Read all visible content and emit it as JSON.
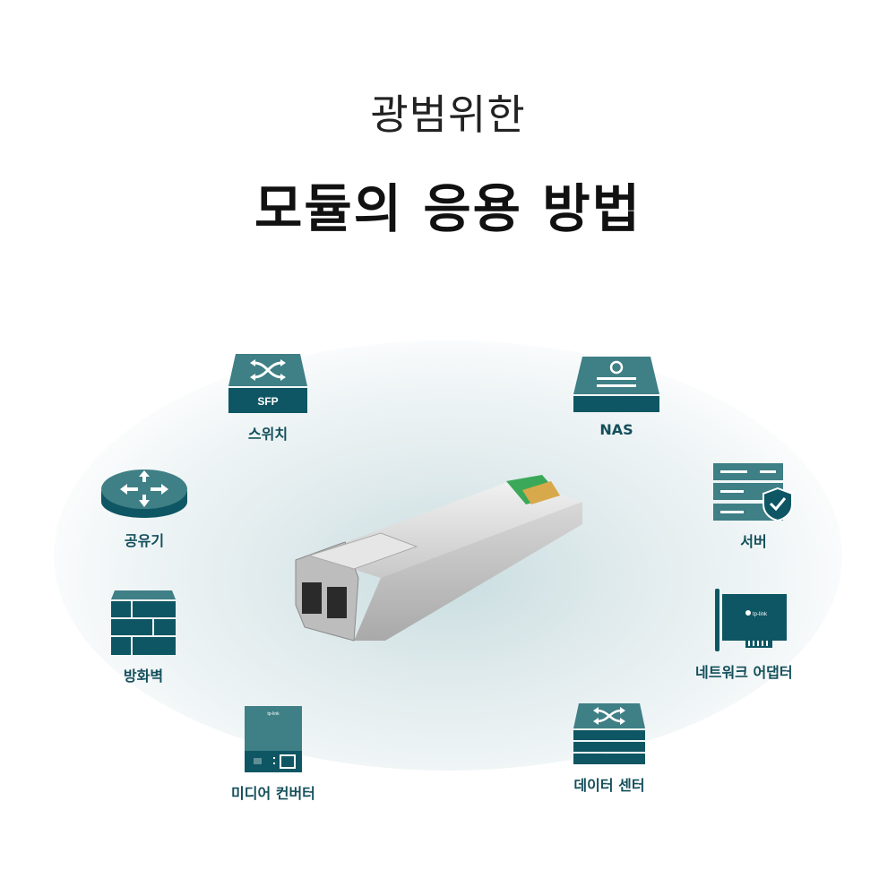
{
  "heading": {
    "line1": "광범위한",
    "line2": "모듈의 응용 방법"
  },
  "colors": {
    "dark_teal": "#0e5663",
    "light_teal": "#3f7f86",
    "label": "#134f5b"
  },
  "applications": [
    {
      "label": "스위치",
      "icon": "switch-icon",
      "badge": "SFP"
    },
    {
      "label": "NAS",
      "icon": "nas-icon"
    },
    {
      "label": "공유기",
      "icon": "router-icon"
    },
    {
      "label": "서버",
      "icon": "server-shield-icon"
    },
    {
      "label": "방화벽",
      "icon": "firewall-icon"
    },
    {
      "label": "네트워크 어댑터",
      "icon": "network-card-icon",
      "logo": "tp-link"
    },
    {
      "label": "미디어 컨버터",
      "icon": "media-converter-icon",
      "logo": "tp-link"
    },
    {
      "label": "데이터 센터",
      "icon": "data-center-icon"
    }
  ],
  "product": {
    "icon": "sfp-module-image"
  }
}
